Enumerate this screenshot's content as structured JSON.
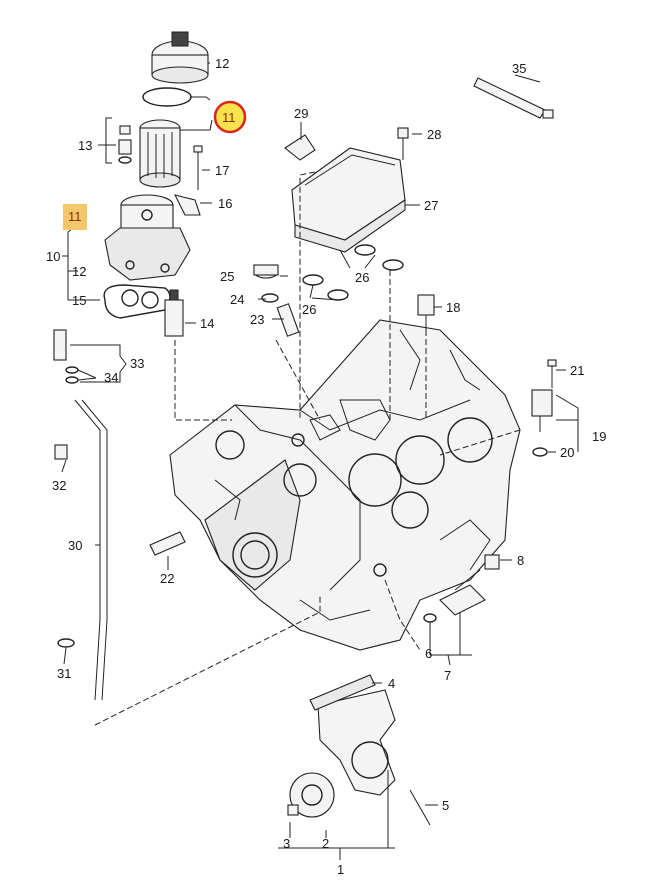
{
  "callouts": {
    "c1": "1",
    "c2": "2",
    "c3": "3",
    "c4": "4",
    "c5": "5",
    "c6": "6",
    "c7": "7",
    "c8": "8",
    "c10": "10",
    "c11_circle": "11",
    "c11_box": "11",
    "c12": "12",
    "c12b": "12",
    "c13": "13",
    "c14": "14",
    "c15": "15",
    "c16": "16",
    "c17": "17",
    "c18": "18",
    "c19": "19",
    "c20": "20",
    "c21": "21",
    "c22": "22",
    "c23": "23",
    "c24": "24",
    "c25": "25",
    "c26a": "26",
    "c26b": "26",
    "c27": "27",
    "c28": "28",
    "c29": "29",
    "c30": "30",
    "c31": "31",
    "c32": "32",
    "c33": "33",
    "c34": "34",
    "c35": "35"
  },
  "highlight": {
    "circle_fill": "#f6e24a",
    "circle_stroke": "#d8261e",
    "box_fill": "#f4c86a"
  }
}
